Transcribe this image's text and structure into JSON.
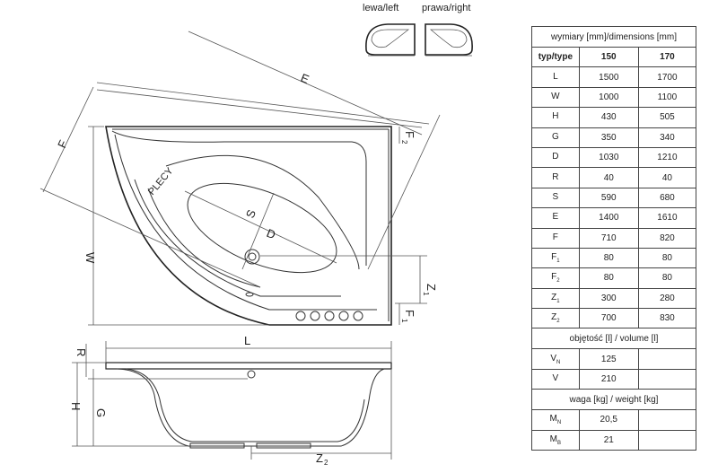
{
  "variants": {
    "left": "lewa/left",
    "right": "prawa/right"
  },
  "drawing_labels": {
    "E": "E",
    "F": "F",
    "F2": "F",
    "F2_sub": "2",
    "F1": "F",
    "F1_sub": "1",
    "W": "W",
    "S": "S",
    "D": "D",
    "plecy": "PLECY",
    "Z1": "Z",
    "Z1_sub": "1",
    "Z2": "Z",
    "Z2_sub": "2",
    "L": "L",
    "R": "R",
    "H": "H",
    "G": "G"
  },
  "table": {
    "dimensions_header": "wymiary [mm]/dimensions [mm]",
    "type_label": "typ/type",
    "types": [
      "150",
      "170"
    ],
    "rows": [
      {
        "label": "L",
        "sub": "",
        "v150": "1500",
        "v170": "1700"
      },
      {
        "label": "W",
        "sub": "",
        "v150": "1000",
        "v170": "1100"
      },
      {
        "label": "H",
        "sub": "",
        "v150": "430",
        "v170": "505"
      },
      {
        "label": "G",
        "sub": "",
        "v150": "350",
        "v170": "340"
      },
      {
        "label": "D",
        "sub": "",
        "v150": "1030",
        "v170": "1210"
      },
      {
        "label": "R",
        "sub": "",
        "v150": "40",
        "v170": "40"
      },
      {
        "label": "S",
        "sub": "",
        "v150": "590",
        "v170": "680"
      },
      {
        "label": "E",
        "sub": "",
        "v150": "1400",
        "v170": "1610"
      },
      {
        "label": "F",
        "sub": "",
        "v150": "710",
        "v170": "820"
      },
      {
        "label": "F",
        "sub": "1",
        "v150": "80",
        "v170": "80"
      },
      {
        "label": "F",
        "sub": "2",
        "v150": "80",
        "v170": "80"
      },
      {
        "label": "Z",
        "sub": "1",
        "v150": "300",
        "v170": "280"
      },
      {
        "label": "Z",
        "sub": "2",
        "v150": "700",
        "v170": "830"
      }
    ],
    "volume_header": "objętość [l] / volume [l]",
    "volume_rows": [
      {
        "label": "V",
        "sub": "N",
        "v150": "125",
        "v170": ""
      },
      {
        "label": "V",
        "sub": "",
        "v150": "210",
        "v170": ""
      }
    ],
    "weight_header": "waga [kg] / weight [kg]",
    "weight_rows": [
      {
        "label": "M",
        "sub": "N",
        "v150": "20,5",
        "v170": ""
      },
      {
        "label": "M",
        "sub": "B",
        "v150": "21",
        "v170": ""
      }
    ]
  }
}
